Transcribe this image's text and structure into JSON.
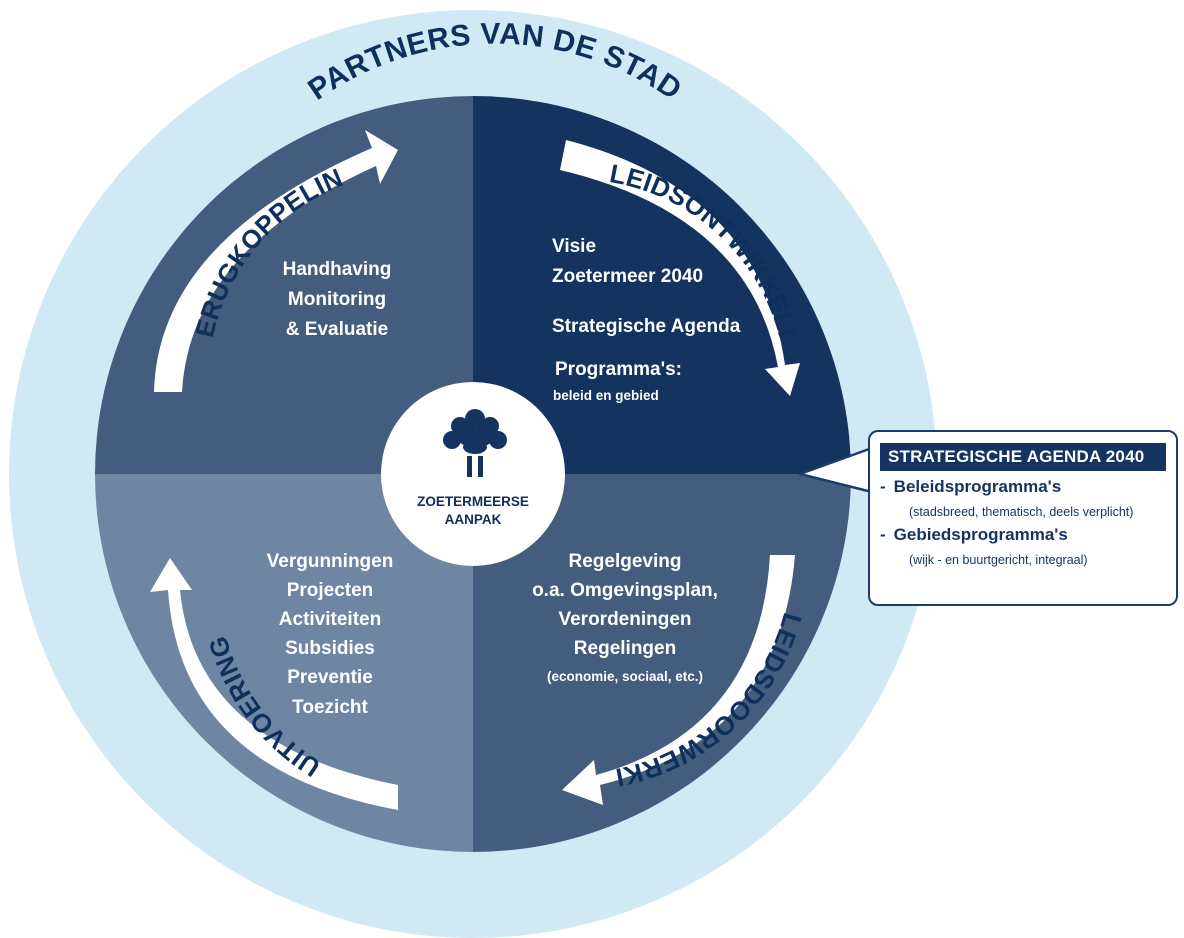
{
  "ring_title": "PARTNERS VAN DE STAD",
  "colors": {
    "ring": "#d1e9f5",
    "q_top_left": "#445c7e",
    "q_top_right": "#14335e",
    "q_bottom_left": "#6f86a2",
    "q_bottom_right": "#445c7e",
    "center": "#ffffff",
    "text_dark": "#0f2f5c"
  },
  "arrows": {
    "terugkoppeling": "TERUGKOPPELING",
    "beleidsontwikkeling": "BELEIDSONTWIKKELING",
    "beleidsdoorwerking": "BELEIDSDOORWERKING",
    "uitvoering": "UITVOERING"
  },
  "quadrants": {
    "top_left": {
      "lines": [
        "Handhaving",
        "Monitoring",
        "& Evaluatie"
      ]
    },
    "top_right": {
      "line1": "Visie",
      "line2": "Zoetermeer 2040",
      "line3": "Strategische Agenda",
      "line4": "Programma's:",
      "line5": "beleid en gebied"
    },
    "bottom_left": {
      "lines": [
        "Vergunningen",
        "Projecten",
        "Activiteiten",
        "Subsidies",
        "Preventie",
        "Toezicht"
      ]
    },
    "bottom_right": {
      "line1": "Regelgeving",
      "line2": "o.a. Omgevingsplan,",
      "line3": "Verordeningen",
      "line4": "Regelingen",
      "line5": "(economie, sociaal, etc.)"
    }
  },
  "center": {
    "icon": "tree-logo-icon",
    "line1": "ZOETERMEERSE",
    "line2": "AANPAK"
  },
  "agenda_box": {
    "title": "STRATEGISCHE AGENDA 2040",
    "items": [
      {
        "label": "Beleidsprogramma's",
        "sub": "(stadsbreed, thematisch, deels verplicht)"
      },
      {
        "label": "Gebiedsprogramma's",
        "sub": "(wijk - en buurtgericht, integraal)"
      }
    ]
  }
}
